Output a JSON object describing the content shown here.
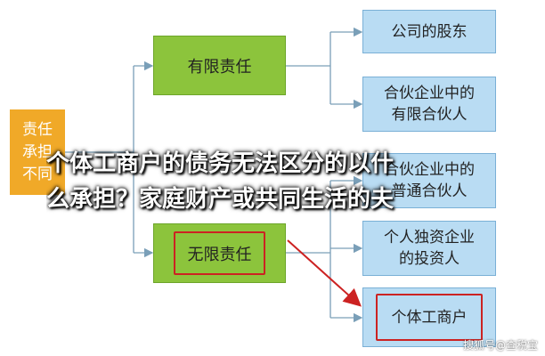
{
  "root": {
    "lines": [
      "责任",
      "承担",
      "不同"
    ]
  },
  "mid": {
    "limited": "有限责任",
    "unlimited": "无限责任"
  },
  "leaves": [
    {
      "lines": [
        "公司的股东"
      ]
    },
    {
      "lines": [
        "合伙企业中的",
        "有限合伙人"
      ]
    },
    {
      "lines": [
        "合伙企业中的",
        "普通合伙人"
      ]
    },
    {
      "lines": [
        "个人独资企业",
        "的投资人"
      ]
    },
    {
      "lines": [
        "个体工商户"
      ]
    }
  ],
  "headline": {
    "line1": "个体工商户的债务无法区分的以什",
    "line2": "么承担？家庭财产或共同生活的夫"
  },
  "watermark": "搜狐号@查税宝",
  "colors": {
    "root": "#f0a928",
    "mid": "#8cc43c",
    "leaf": "#b9dcf3",
    "highlight": "#cc2222",
    "connector": "#7a9fb8"
  }
}
